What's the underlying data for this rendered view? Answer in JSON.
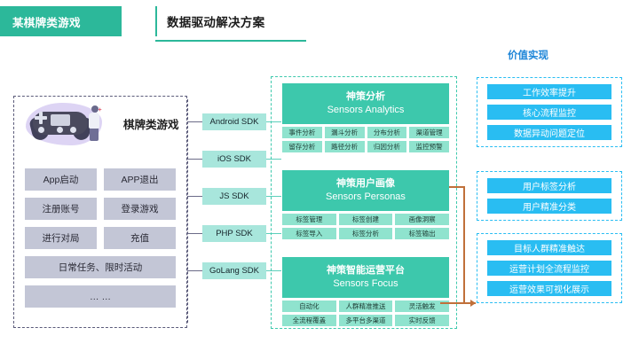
{
  "header": {
    "brand": "某棋牌类游戏",
    "title": "数据驱动解决方案"
  },
  "left_panel": {
    "illustration_icon": "gamepad-icon",
    "hero_label": "棋牌类游戏",
    "buttons": [
      {
        "label": "App启动",
        "width": "half"
      },
      {
        "label": "APP退出",
        "width": "half"
      },
      {
        "label": "注册账号",
        "width": "half"
      },
      {
        "label": "登录游戏",
        "width": "half"
      },
      {
        "label": "进行对局",
        "width": "half"
      },
      {
        "label": "充值",
        "width": "half"
      },
      {
        "label": "日常任务、限时活动",
        "width": "full"
      },
      {
        "label": "… …",
        "width": "full"
      }
    ]
  },
  "sdk_column": {
    "items": [
      {
        "label": "Android SDK"
      },
      {
        "label": "iOS SDK"
      },
      {
        "label": "JS SDK"
      },
      {
        "label": "PHP SDK"
      },
      {
        "label": "GoLang SDK"
      }
    ]
  },
  "products": [
    {
      "name_cn": "神策分析",
      "name_en": "Sensors Analytics",
      "chip_rows": [
        [
          "事件分析",
          "漏斗分析",
          "分布分析",
          "渠道管理"
        ],
        [
          "留存分析",
          "路径分析",
          "归因分析",
          "监控预警"
        ]
      ]
    },
    {
      "name_cn": "神策用户画像",
      "name_en": "Sensors Personas",
      "chip_rows": [
        [
          "标签管理",
          "标签创建",
          "画像洞察"
        ],
        [
          "标签导入",
          "标签分析",
          "标签输出"
        ]
      ]
    },
    {
      "name_cn": "神策智能运营平台",
      "name_en": "Sensors Focus",
      "chip_rows": [
        [
          "自动化",
          "人群精准推送",
          "灵活触发"
        ],
        [
          "全流程覆盖",
          "多平台多渠道",
          "实时反馈"
        ]
      ]
    }
  ],
  "value_section": {
    "title": "价值实现",
    "groups": [
      {
        "items": [
          "工作效率提升",
          "核心流程监控",
          "数据异动问题定位"
        ]
      },
      {
        "items": [
          "用户标签分析",
          "用户精准分类"
        ]
      },
      {
        "items": [
          "目标人群精准触达",
          "运营计划全流程监控",
          "运营效果可视化展示"
        ]
      }
    ]
  },
  "colors": {
    "brand_green": "#2cb89a",
    "card_teal": "#3dc8ac",
    "chip_teal": "#8fe3ce",
    "sdk_teal": "#a8e6dc",
    "value_blue": "#29bdf2",
    "gray_button": "#c3c6d6",
    "connector_orange": "#c0703a"
  }
}
